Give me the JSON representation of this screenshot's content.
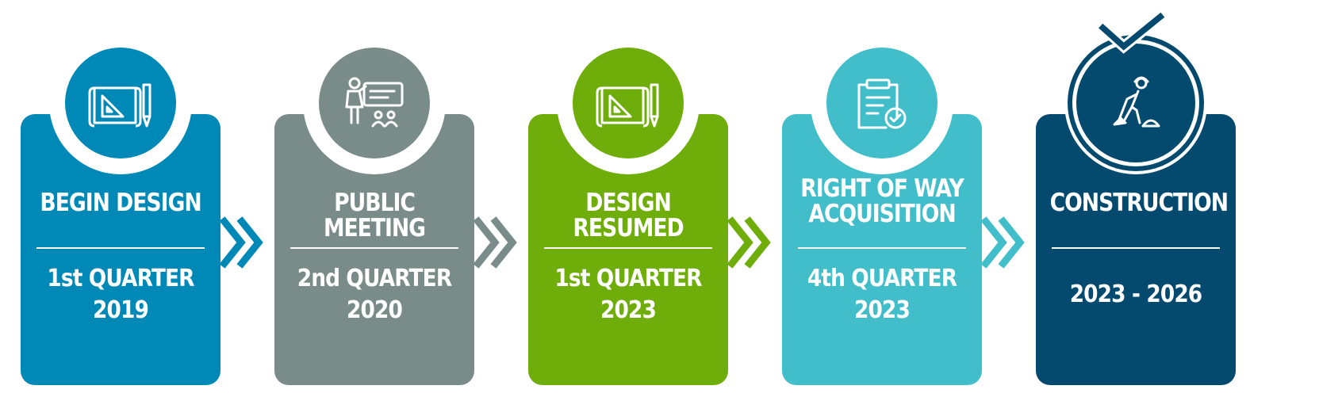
{
  "steps": [
    {
      "title": [
        "BEGIN DESIGN"
      ],
      "date": [
        "1st QUARTER",
        "2019"
      ],
      "color": "#0089B6",
      "icon": "blueprint-icon"
    },
    {
      "title": [
        "PUBLIC MEETING"
      ],
      "date": [
        "2nd QUARTER",
        "2020"
      ],
      "color": "#7A8C8A",
      "icon": "presentation-icon"
    },
    {
      "title": [
        "DESIGN RESUMED"
      ],
      "date": [
        "1st QUARTER",
        "2023"
      ],
      "color": "#6EAD0A",
      "icon": "blueprint-icon"
    },
    {
      "title": [
        "RIGHT OF WAY",
        "ACQUISITION"
      ],
      "date": [
        "4th QUARTER",
        "2023"
      ],
      "color": "#41BECA",
      "icon": "clipboard-check-icon"
    },
    {
      "title": [
        "CONSTRUCTION"
      ],
      "date": [
        "2023 - 2026"
      ],
      "color": "#044A6E",
      "icon": "construction-worker-icon"
    }
  ],
  "arrow_colors": [
    "#0089B6",
    "#7A8C8A",
    "#6EAD0A",
    "#41BECA"
  ],
  "checkmark_icon": "checkmark-icon"
}
